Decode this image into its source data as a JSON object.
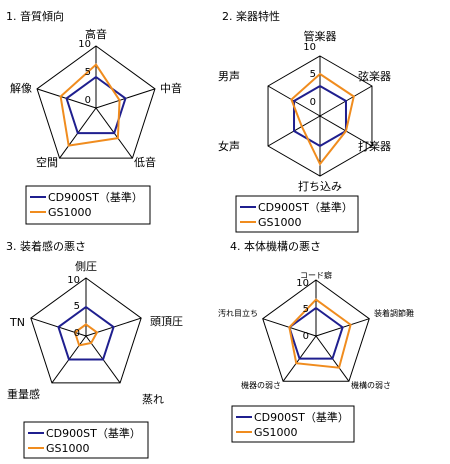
{
  "colors": {
    "series1": "#1f1f8f",
    "series2": "#f08c1e",
    "grid": "#000000"
  },
  "chart_data": [
    {
      "type": "radar",
      "title": "1. 音質傾向",
      "axes": [
        "高音",
        "中音",
        "低音",
        "空間",
        "解像"
      ],
      "scale_labels": [
        "10",
        "5",
        "0"
      ],
      "rlim": [
        0,
        10
      ],
      "series": [
        {
          "name": "CD900ST（基準）",
          "values": [
            5,
            5,
            5,
            5,
            5
          ]
        },
        {
          "name": "GS1000",
          "values": [
            7,
            4,
            6,
            7.5,
            6
          ]
        }
      ]
    },
    {
      "type": "radar",
      "title": "2. 楽器特性",
      "axes": [
        "管楽器",
        "弦楽器",
        "打楽器",
        "打ち込み",
        "女声",
        "男声"
      ],
      "scale_labels": [
        "10",
        "5",
        "0"
      ],
      "rlim": [
        0,
        10
      ],
      "series": [
        {
          "name": "CD900ST（基準）",
          "values": [
            5,
            5,
            5,
            5,
            5,
            5
          ]
        },
        {
          "name": "GS1000",
          "values": [
            7,
            6.5,
            5,
            8,
            3.5,
            5.5
          ]
        }
      ]
    },
    {
      "type": "radar",
      "title": "3. 装着感の悪さ",
      "axes": [
        "側圧",
        "頭頂圧",
        "蒸れ",
        "重量感",
        "TN"
      ],
      "scale_labels": [
        "10",
        "5",
        "0"
      ],
      "rlim": [
        0,
        10
      ],
      "series": [
        {
          "name": "CD900ST（基準）",
          "values": [
            5,
            5,
            5,
            5,
            5
          ]
        },
        {
          "name": "GS1000",
          "values": [
            2,
            2,
            1.5,
            2,
            2
          ]
        }
      ]
    },
    {
      "type": "radar",
      "title": "4. 本体機構の悪さ",
      "axes": [
        "コード癖",
        "装着調節難",
        "機構の弱さ",
        "機器の弱さ",
        "汚れ目立ち"
      ],
      "scale_labels": [
        "10",
        "5",
        "0"
      ],
      "rlim": [
        0,
        10
      ],
      "series": [
        {
          "name": "CD900ST（基準）",
          "values": [
            5,
            5,
            5,
            5,
            5
          ]
        },
        {
          "name": "GS1000",
          "values": [
            6.5,
            6.5,
            7,
            6,
            5
          ]
        }
      ]
    }
  ]
}
